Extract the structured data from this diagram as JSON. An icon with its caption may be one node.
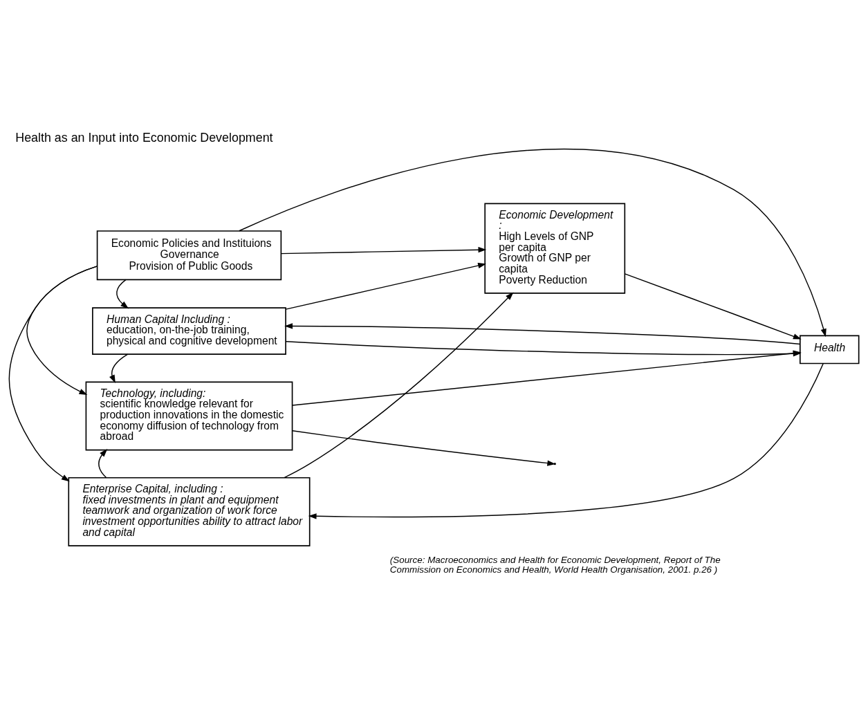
{
  "diagram": {
    "title": "Health as an Input into Economic Development",
    "caption": "(Source: Macroeconomics and Health for Economic Development, Report of The Commission on Economics and Health, World Health Organisation, 2001. p.26 )",
    "nodes": [
      {
        "text": [
          "Economic Policies and Instituions",
          "Governance",
          "Provision of Public Goods"
        ]
      },
      {
        "text": [
          "Human Capital Including :",
          "education, on-the-job training, physical and cognitive development"
        ]
      },
      {
        "text": [
          "Health"
        ]
      },
      {
        "text": [
          "Technology, including:",
          "scientific knowledge relevant for production innovations in the domestic economy diffusion of technology from abroad"
        ]
      },
      {
        "text": [
          "Economic Development :",
          "High Levels of GNP per capita",
          "Growth of GNP per capita",
          "Poverty Reduction"
        ]
      },
      {
        "text": [
          "Enterprise Capital, including :",
          "fixed investments in plant and equipment",
          "teamwork and organization of work force",
          "investment opportunities ability to attract labor and capital"
        ]
      }
    ],
    "edges": [
      {
        "from": 0,
        "to": 2,
        "arrow": "to"
      },
      {
        "from": 0,
        "to": 4,
        "arrow": "to"
      },
      {
        "from": 0,
        "to": 1,
        "arrow": "to"
      },
      {
        "from": 0,
        "to": 3,
        "arrow": "to"
      },
      {
        "from": 0,
        "to": 5,
        "arrow": "to"
      },
      {
        "from": 3,
        "to": null,
        "arrow": "to"
      },
      {
        "from": 1,
        "to": 2,
        "arrow": "to"
      },
      {
        "from": 2,
        "to": 1,
        "arrow": "to"
      },
      {
        "from": 1,
        "to": 3,
        "arrow": "to"
      },
      {
        "from": 1,
        "to": 4,
        "arrow": "to"
      },
      {
        "from": 3,
        "to": 2,
        "arrow": "to"
      },
      {
        "from": 5,
        "to": 3,
        "arrow": "to"
      },
      {
        "from": 5,
        "to": 4,
        "arrow": "to"
      },
      {
        "from": 2,
        "to": 5,
        "arrow": "to"
      },
      {
        "from": 4,
        "to": 2,
        "arrow": "to"
      }
    ]
  }
}
